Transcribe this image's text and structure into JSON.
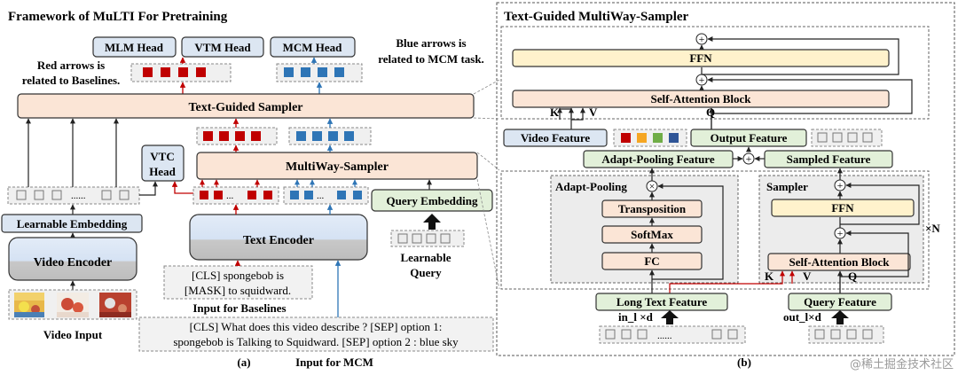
{
  "left": {
    "title": "Framework of MuLTI For Pretraining",
    "heads": [
      "MLM Head",
      "VTM Head",
      "MCM Head"
    ],
    "red_note": [
      "Red arrows is",
      "related to Baselines."
    ],
    "blue_note": [
      "Blue arrows is",
      "related to MCM task."
    ],
    "text_guided_sampler": "Text-Guided Sampler",
    "vtc_head": [
      "VTC",
      "Head"
    ],
    "multiway_sampler": "MultiWay-Sampler",
    "token_ellipsis": "......",
    "token_ellipsis_short": "...",
    "learnable_embedding": "Learnable Embedding",
    "video_encoder": "Video Encoder",
    "text_encoder": "Text Encoder",
    "query_embedding": "Query Embedding",
    "learnable_query": [
      "Learnable",
      "Query"
    ],
    "baseline_input_text": [
      "[CLS] spongebob is",
      "[MASK] to squidward."
    ],
    "input_for_baselines": "Input for Baselines",
    "mcm_input_text": [
      "[CLS] What does this video describe ? [SEP] option 1:",
      "spongebob is Talking to Squidward. [SEP] option 2 : blue sky"
    ],
    "input_for_mcm": "Input for MCM",
    "video_input": "Video Input",
    "caption": "(a)"
  },
  "right": {
    "title": "Text-Guided MultiWay-Sampler",
    "ffn": "FFN",
    "self_attention_block": "Self-Attention Block",
    "k": "K",
    "v": "V",
    "q": "Q",
    "video_feature": "Video Feature",
    "output_feature": "Output Feature",
    "adapt_pooling_feature": "Adapt-Pooling Feature",
    "sampled_feature": "Sampled Feature",
    "adapt_pooling": "Adapt-Pooling",
    "transposition": "Transposition",
    "softmax": "SoftMax",
    "fc": "FC",
    "sampler": "Sampler",
    "times_n": "×N",
    "long_text_feature": "Long Text Feature",
    "query_feature": "Query Feature",
    "in_dim": "in_l ×d",
    "out_dim": "out_l×d",
    "token_ellipsis": "......",
    "caption": "(b)"
  },
  "watermark": "@稀土掘金技术社区",
  "colors": {
    "head_fill": "#dce6f2",
    "sampler_fill": "#fbe5d6",
    "encoder_fill": "#dbe7f5",
    "green_fill": "#e2f0d9",
    "ffn_fill": "#fff2cc",
    "red_token": "#c00000",
    "blue_token": "#2e75b6",
    "grey_box": "#e6e6e6",
    "swatch_red": "#c00000",
    "swatch_orange": "#f5a623",
    "swatch_green": "#70ad47",
    "swatch_blue": "#2f5597"
  }
}
